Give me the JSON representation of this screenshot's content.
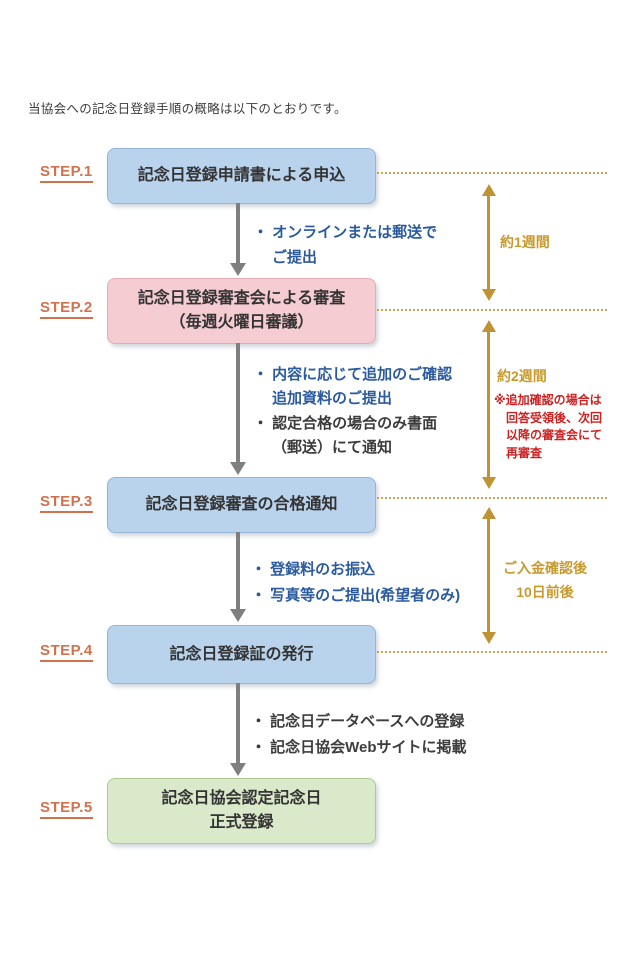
{
  "intro": "当協会への記念日登録手順の概略は以下のとおりです。",
  "steps": [
    {
      "label": "STEP.1",
      "title": "記念日登録申請書による申込"
    },
    {
      "label": "STEP.2",
      "title": "記念日登録審査会による審査\n（毎週火曜日審議）"
    },
    {
      "label": "STEP.3",
      "title": "記念日登録審査の合格通知"
    },
    {
      "label": "STEP.4",
      "title": "記念日登録証の発行"
    },
    {
      "label": "STEP.5",
      "title": "記念日協会認定記念日\n正式登録"
    }
  ],
  "bullets": {
    "t1_b1": "・ オンラインまたは郵送で\nご提出",
    "t2_b1": "・ 内容に応じて追加のご確認\n追加資料のご提出",
    "t2_b2": "・ 認定合格の場合のみ書面\n（郵送）にて通知",
    "t3_b1": "・ 登録料のお振込",
    "t3_b2": "・ 写真等のご提出(希望者のみ)",
    "t4_b1": "・ 記念日データベースへの登録",
    "t4_b2": "・ 記念日協会Webサイトに掲載"
  },
  "timeline": {
    "span1": "約1週間",
    "span2": "約2週間",
    "span2_note": "※追加確認の場合は\n回答受領後、次回\n以降の審査会にて\n再審査",
    "span3": "ご入金確認後\n10日前後"
  },
  "colors": {
    "step_label": "#d2714e",
    "box_blue": "#b9d3ec",
    "box_pink": "#f5ccd1",
    "box_green": "#d9e9c9",
    "connector_gray": "#7f7f7f",
    "timeline_gold": "#bf9232",
    "bullet_blue": "#2b5b9e",
    "bullet_dark": "#3c3c3c",
    "note_red": "#cc2222"
  }
}
